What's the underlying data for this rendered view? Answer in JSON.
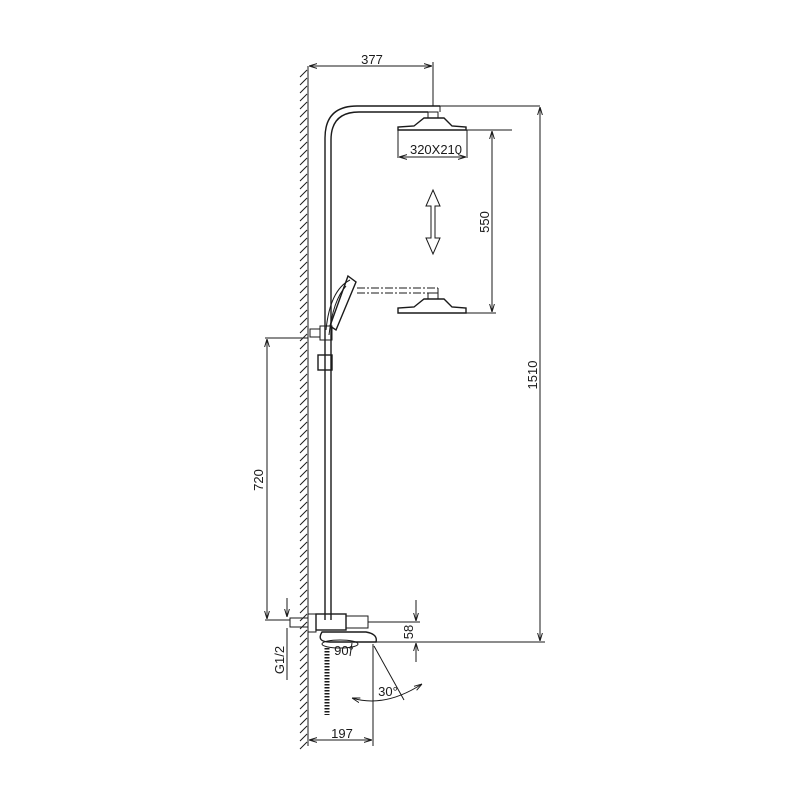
{
  "dimensions": {
    "arm_reach": "377",
    "head_size": "320X210",
    "head_adjust": "550",
    "total_height": "1510",
    "bracket_height": "720",
    "mixer_spout_drop": "58",
    "connection_thread": "G1/2",
    "spout_reach": "197",
    "spout_rotation": "30°",
    "handle_angle": "90°"
  },
  "colors": {
    "line": "#1a1a1a",
    "background": "#ffffff"
  }
}
